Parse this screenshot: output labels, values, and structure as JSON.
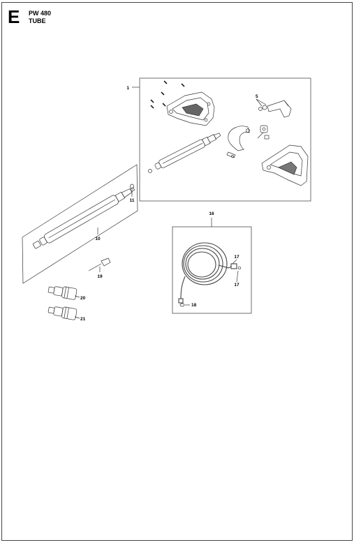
{
  "header": {
    "section_letter": "E",
    "model": "PW 480",
    "title": "TUBE"
  },
  "callouts": {
    "c1": "1",
    "c5": "5",
    "c10": "10",
    "c11": "11",
    "c16": "16",
    "c17a": "17",
    "c17b": "17",
    "c18": "18",
    "c19": "19",
    "c20": "20",
    "c21": "21"
  }
}
